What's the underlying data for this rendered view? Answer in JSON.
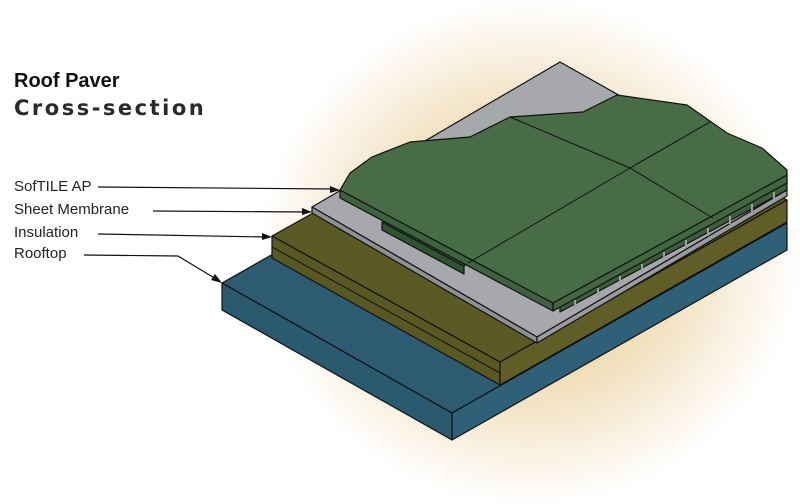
{
  "title": {
    "line1": "Roof Paver",
    "line2": "Cross-section"
  },
  "labels": [
    {
      "text": "SofTILE AP"
    },
    {
      "text": "Sheet Membrane"
    },
    {
      "text": "Insulation"
    },
    {
      "text": "Rooftop"
    }
  ],
  "colors": {
    "rooftop": "#2c5b72",
    "insulation": "#5c5a24",
    "membrane": "#a7a8ab",
    "paver": "#486c45",
    "glow": "#e6c58c"
  }
}
